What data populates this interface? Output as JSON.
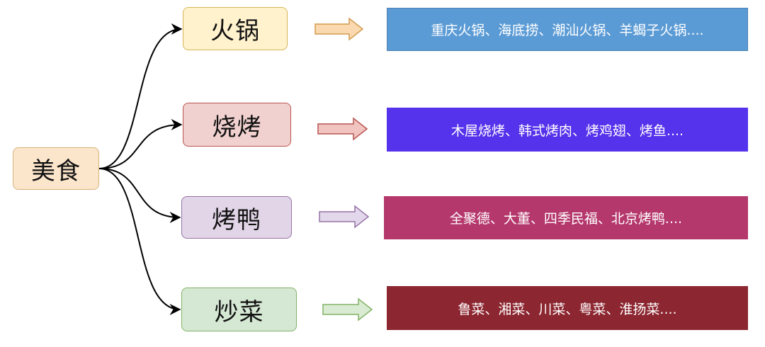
{
  "root": {
    "label": "美食",
    "fill": "#FBE5CB",
    "stroke": "#D9B37C"
  },
  "branches": [
    {
      "label": "火锅",
      "fill": "#FFF2CC",
      "stroke": "#D6B656",
      "arrow_fill": "#FAD9B0",
      "arrow_stroke": "#D29B4E",
      "result": "重庆火锅、海底捞、潮汕火锅、羊蝎子火锅....",
      "result_color": "#5B9BD5"
    },
    {
      "label": "烧烤",
      "fill": "#F1D1CF",
      "stroke": "#B85450",
      "arrow_fill": "#F1C4C0",
      "arrow_stroke": "#B85450",
      "result": "木屋烧烤、韩式烤肉、烤鸡翅、烤鱼....",
      "result_color": "#5532EB"
    },
    {
      "label": "烤鸭",
      "fill": "#E1D5E7",
      "stroke": "#9673A6",
      "arrow_fill": "#E3D7EB",
      "arrow_stroke": "#9673A6",
      "result": "全聚德、大董、四季民福、北京烤鸭....",
      "result_color": "#B5386D"
    },
    {
      "label": "炒菜",
      "fill": "#D5E8D4",
      "stroke": "#82B366",
      "arrow_fill": "#D9EBD2",
      "arrow_stroke": "#82B366",
      "result": "鲁菜、湘菜、川菜、粤菜、淮扬菜....",
      "result_color": "#8C2630"
    }
  ]
}
